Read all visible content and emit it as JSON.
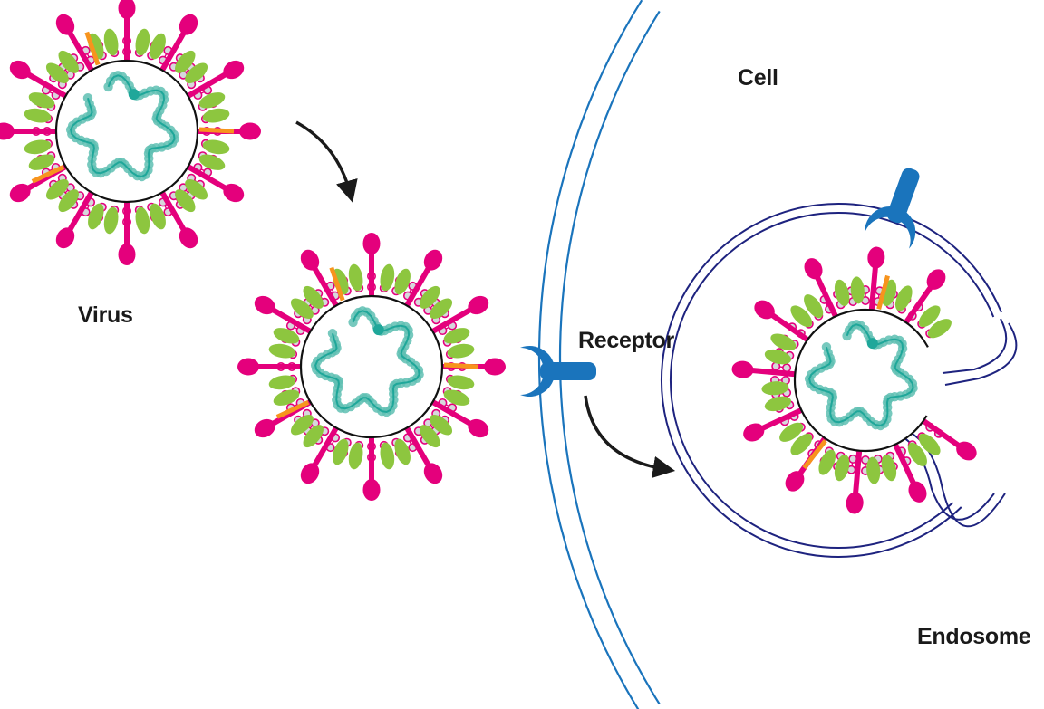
{
  "labels": {
    "virus": "Virus",
    "cell": "Cell",
    "receptor": "Receptor",
    "endosome": "Endosome"
  },
  "colors": {
    "hemagglutinin_spike": "#E4007C",
    "neuraminidase": "#8DC63F",
    "lipid_head": "#D7D7DC",
    "lipid_ring": "#E4007C",
    "m2_channel": "#F7941D",
    "rna_strand": "#1FA79A",
    "rna_beads": "#5FC0B3",
    "envelope": "#111111",
    "receptor": "#1A74BC",
    "cell_membrane": "#1A74BC",
    "endosome_membrane": "#1E237F",
    "arrow": "#1a1a1a"
  },
  "stages": [
    {
      "name": "free-virus",
      "description": "Virus"
    },
    {
      "name": "receptor-binding",
      "description": "Virus binding Receptor at Cell surface"
    },
    {
      "name": "endocytosis",
      "description": "Virus inside Endosome with bound Receptor"
    }
  ]
}
